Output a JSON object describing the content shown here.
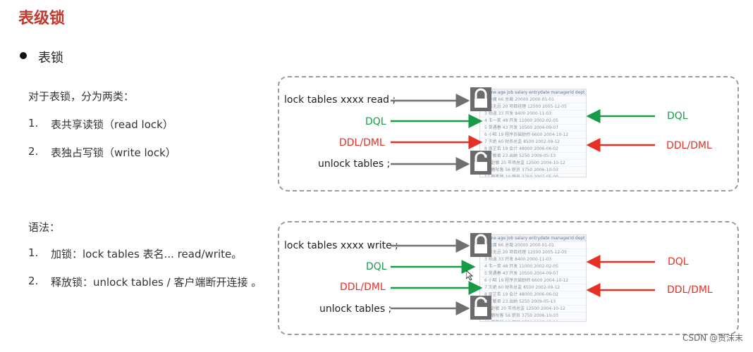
{
  "title": "表级锁",
  "bullet": "表锁",
  "intro": "对于表锁，分为两类：",
  "types": [
    {
      "num": "1.",
      "text": "表共享读锁（read lock）"
    },
    {
      "num": "2.",
      "text": "表独占写锁（write lock）"
    }
  ],
  "syntax_label": "语法：",
  "syntax": [
    {
      "num": "1.",
      "text": "加锁：lock tables  表名... read/write。"
    },
    {
      "num": "2.",
      "text": "释放锁：unlock  tables / 客户端断开连接 。"
    }
  ],
  "diagram1": {
    "lock_cmd": "lock tables xxxx read ;",
    "left_dql": "DQL",
    "left_ddl": "DDL/DML",
    "unlock_cmd": "unlock tables ;",
    "right_dql": "DQL",
    "right_ddl": "DDL/DML"
  },
  "diagram2": {
    "lock_cmd": "lock tables xxxx write ;",
    "left_dql": "DQL",
    "left_ddl": "DDL/DML",
    "unlock_cmd": "unlock tables ;",
    "right_dql": "DQL",
    "right_ddl": "DDL/DML"
  },
  "colors": {
    "title": "#c0392b",
    "green": "#169c47",
    "red": "#e53025",
    "gray_arrow": "#707070"
  },
  "watermark": "CSDN @贵沫末"
}
